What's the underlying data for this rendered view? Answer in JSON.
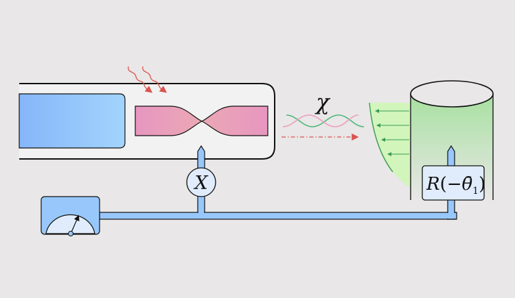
{
  "labels": {
    "coupling": "χ",
    "measurement": "X",
    "rotation": "R",
    "rotation_arg_open": "(−",
    "rotation_theta": "θ̄",
    "rotation_sub": "1",
    "rotation_close": ")"
  },
  "colors": {
    "background": "#e9e7e7",
    "cavity": "#f2f2f2",
    "blue": "#98c8fb",
    "pink": "#e89bc0",
    "green": "#b4e6a8",
    "red": "#d9534f",
    "wave_green": "#4cb87a",
    "wave_pink": "#ee9cc0"
  }
}
